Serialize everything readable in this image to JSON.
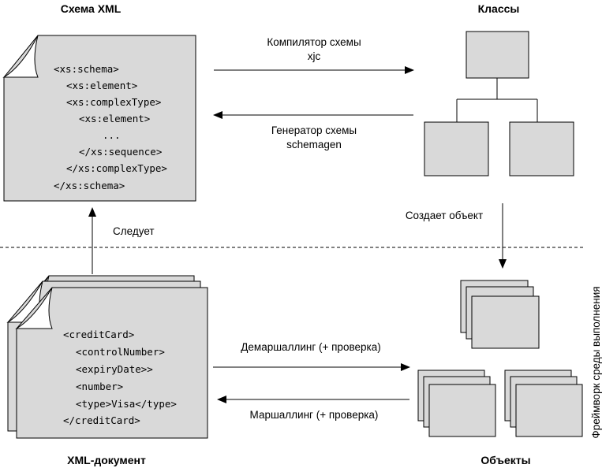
{
  "headings": {
    "schema": "Схема XML",
    "classes": "Классы",
    "xml_document": "XML-документ",
    "objects": "Объекты"
  },
  "labels": {
    "compiler_line1": "Компилятор схемы",
    "compiler_line2": "xjc",
    "generator_line1": "Генератор схемы",
    "generator_line2": "schemagen",
    "follows": "Следует",
    "creates_object": "Создает объект",
    "unmarshalling": "Демаршаллинг (+ проверка)",
    "marshalling": "Маршаллинг (+ проверка)",
    "runtime_framework": "Фреймворк среды выполнения"
  },
  "schema_code": [
    "<xs:schema>",
    "<xs:element>",
    "<xs:complexType>",
    "<xs:element>",
    "...",
    "</xs:sequence>",
    "</xs:complexType>",
    "</xs:schema>"
  ],
  "document_code": [
    "<creditCard>",
    "<controlNumber>",
    "<expiryDate>>",
    "<number>",
    "<type>Visa</type>",
    "</creditCard>"
  ],
  "colors": {
    "fill_gray": "#d9d9d9",
    "stroke": "#000000"
  }
}
